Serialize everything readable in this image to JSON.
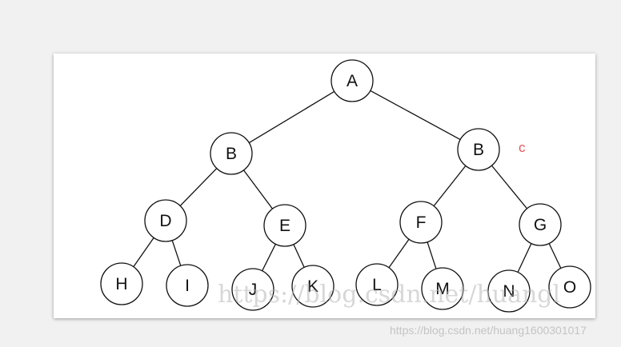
{
  "tree": {
    "nodes": [
      {
        "id": "A",
        "label": "A"
      },
      {
        "id": "B1",
        "label": "B"
      },
      {
        "id": "B2",
        "label": "B"
      },
      {
        "id": "D",
        "label": "D"
      },
      {
        "id": "E",
        "label": "E"
      },
      {
        "id": "F",
        "label": "F"
      },
      {
        "id": "G",
        "label": "G"
      },
      {
        "id": "H",
        "label": "H"
      },
      {
        "id": "I",
        "label": "I"
      },
      {
        "id": "J",
        "label": "J"
      },
      {
        "id": "K",
        "label": "K"
      },
      {
        "id": "L",
        "label": "L"
      },
      {
        "id": "M",
        "label": "M"
      },
      {
        "id": "N",
        "label": "N"
      },
      {
        "id": "O",
        "label": "O"
      }
    ],
    "edges": [
      [
        "A",
        "B1"
      ],
      [
        "A",
        "B2"
      ],
      [
        "B1",
        "D"
      ],
      [
        "B1",
        "E"
      ],
      [
        "B2",
        "F"
      ],
      [
        "B2",
        "G"
      ],
      [
        "D",
        "H"
      ],
      [
        "D",
        "I"
      ],
      [
        "E",
        "J"
      ],
      [
        "E",
        "K"
      ],
      [
        "F",
        "L"
      ],
      [
        "F",
        "M"
      ],
      [
        "G",
        "N"
      ],
      [
        "G",
        "O"
      ]
    ]
  },
  "annotation": {
    "text": "c",
    "color": "#e8565b"
  },
  "watermark_inner": "https://blog.csdn.net/huangl",
  "watermark_footer": "https://blog.csdn.net/huang1600301017"
}
